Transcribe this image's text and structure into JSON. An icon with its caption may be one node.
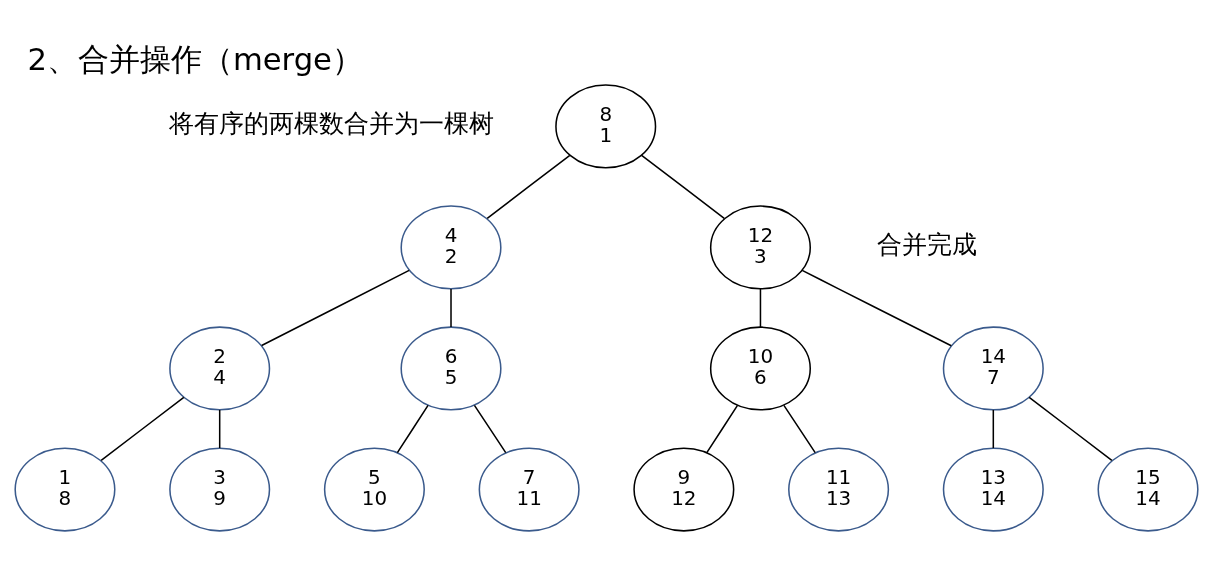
{
  "diagram": {
    "title": "2、合并操作（merge）",
    "nodes": [
      {
        "text": [
          "8",
          "1"
        ]
      },
      {
        "text": [
          "4",
          "2"
        ]
      },
      {
        "text": [
          "12",
          "3"
        ]
      },
      {
        "text": [
          "2",
          "4"
        ]
      },
      {
        "text": [
          "6",
          "5"
        ]
      },
      {
        "text": [
          "10",
          "6"
        ]
      },
      {
        "text": [
          "14",
          "7"
        ]
      },
      {
        "text": [
          "1",
          "8"
        ]
      },
      {
        "text": [
          "3",
          "9"
        ]
      },
      {
        "text": [
          "5",
          "10"
        ]
      },
      {
        "text": [
          "7",
          "11"
        ]
      },
      {
        "text": [
          "9",
          "12"
        ]
      },
      {
        "text": [
          "11",
          "13"
        ]
      },
      {
        "text": [
          "13",
          "14"
        ]
      },
      {
        "text": [
          "15",
          "14"
        ]
      }
    ],
    "edges": [
      {
        "from": 0,
        "to": 1,
        "arrow": "none"
      },
      {
        "from": 0,
        "to": 2,
        "arrow": "none"
      },
      {
        "from": 1,
        "to": 3,
        "arrow": "none"
      },
      {
        "from": 1,
        "to": 4,
        "arrow": "none"
      },
      {
        "from": 2,
        "to": 5,
        "arrow": "none"
      },
      {
        "from": 2,
        "to": 6,
        "arrow": "none"
      },
      {
        "from": 3,
        "to": 7,
        "arrow": "none"
      },
      {
        "from": 3,
        "to": 8,
        "arrow": "none"
      },
      {
        "from": 4,
        "to": 9,
        "arrow": "none"
      },
      {
        "from": 4,
        "to": 10,
        "arrow": "none"
      },
      {
        "from": 5,
        "to": 11,
        "arrow": "none"
      },
      {
        "from": 5,
        "to": 12,
        "arrow": "none"
      },
      {
        "from": 6,
        "to": 13,
        "arrow": "none"
      },
      {
        "from": 6,
        "to": 14,
        "arrow": "none"
      }
    ],
    "labels": [
      "将有序的两棵数合并为一棵树",
      "合并完成"
    ]
  }
}
